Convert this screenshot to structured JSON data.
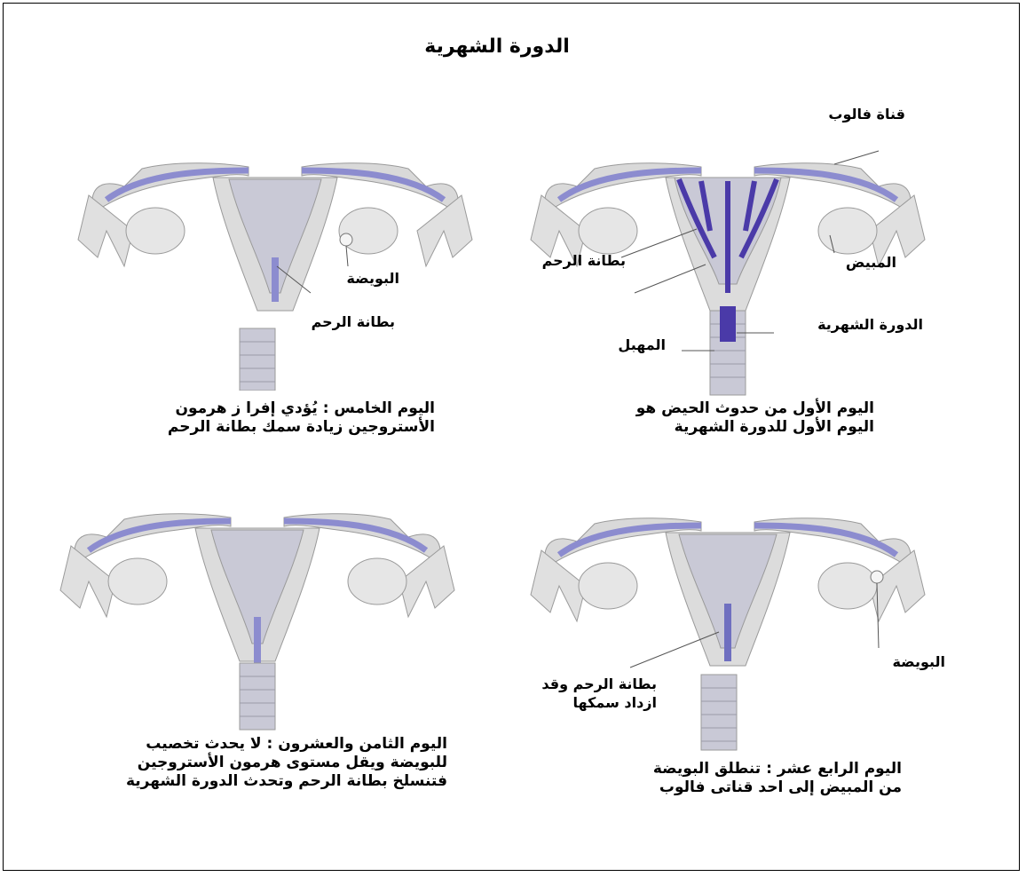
{
  "title": "الدورة الشهرية",
  "panels": {
    "top_right": {
      "labels": {
        "fallopian_tube": "قناة فالوب",
        "endometrium": "بطانة الرحم",
        "ovary": "المبيض",
        "menstruation": "الدورة الشهرية",
        "vagina": "المهبل"
      },
      "caption": [
        "اليوم الأول من حدوث الحيض هو",
        "اليوم الأول للدورة الشهرية"
      ]
    },
    "top_left": {
      "labels": {
        "egg": "البويضة",
        "endometrium": "بطانة الرحم"
      },
      "caption": [
        "اليوم الخامس : يُؤدي إفرا ز هرمون",
        "الأستروجين زيادة سمك بطانة الرحم"
      ]
    },
    "bottom_right": {
      "labels": {
        "egg": "البويضة",
        "endometrium": [
          "بطانة الرحم وقد",
          "ازداد سمكها"
        ]
      },
      "caption": [
        "اليوم الرابع عشر : تنطلق البويضة",
        "من المبيض إلى احد قناتى فالوب"
      ]
    },
    "bottom_left": {
      "caption": [
        "اليوم الثامن والعشرون : لا يحدث تخصيب",
        "للبويضة ويقل مستوى هرمون الأستروجين",
        "فتنسلخ بطانة الرحم وتحدث الدورة الشهرية"
      ]
    }
  },
  "colors": {
    "tissue": "#d9d9d9",
    "lining": "#8c8ccf",
    "outline": "#9a9a9a",
    "blood": "#4a3aa8"
  }
}
